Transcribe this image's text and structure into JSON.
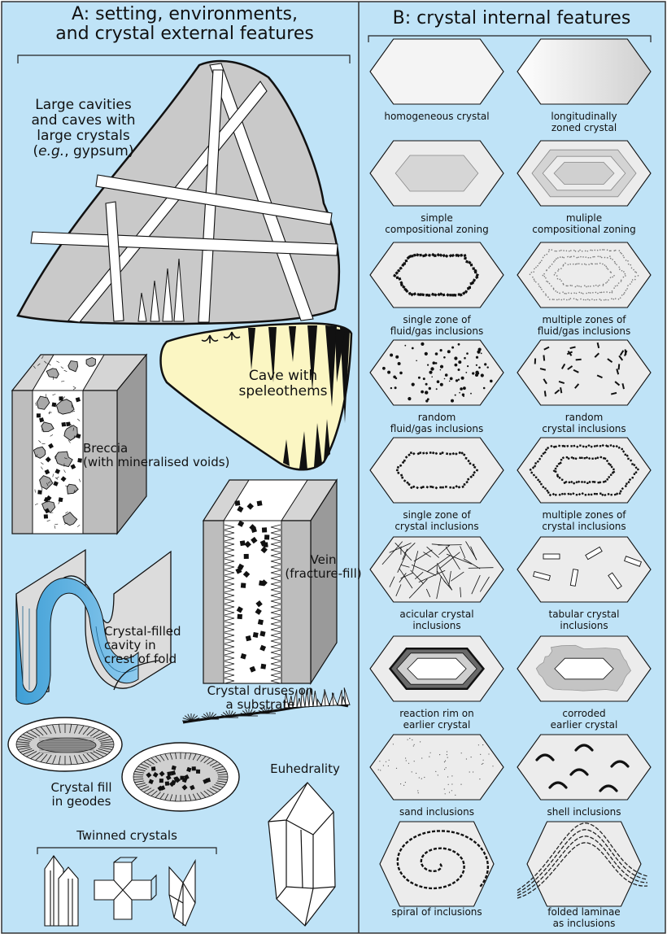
{
  "panel_a": {
    "title_line1": "A: setting, environments,",
    "title_line2": "and crystal external features",
    "large_cavities": [
      "Large cavities",
      "and caves with",
      "large crystals",
      "(e.g., gypsum)"
    ],
    "cave": [
      "Cave with",
      "speleothems"
    ],
    "breccia": [
      "Breccia",
      "(with mineralised voids)"
    ],
    "vein": [
      "Vein",
      "(fracture-fill)"
    ],
    "fold": [
      "Crystal-filled",
      "cavity in",
      "crest of fold"
    ],
    "druses": [
      "Crystal druses on",
      "a substrate"
    ],
    "geodes": [
      "Crystal fill",
      "in geodes"
    ],
    "euhedrality": "Euhedrality",
    "twinned": "Twinned crystals"
  },
  "panel_b": {
    "title": "B: crystal internal features",
    "items": [
      [
        "homogeneous crystal",
        ""
      ],
      [
        "longitudinally",
        "zoned crystal"
      ],
      [
        "simple",
        "compositional zoning"
      ],
      [
        "muliple",
        "compositional zoning"
      ],
      [
        "single zone of",
        "fluid/gas inclusions"
      ],
      [
        "multiple zones of",
        "fluid/gas inclusions"
      ],
      [
        "random",
        "fluid/gas inclusions"
      ],
      [
        "random",
        "crystal inclusions"
      ],
      [
        "single zone of",
        "crystal inclusions"
      ],
      [
        "multiple zones of",
        "crystal inclusions"
      ],
      [
        "acicular crystal",
        "inclusions"
      ],
      [
        "tabular crystal",
        "inclusions"
      ],
      [
        "reaction rim on",
        "earlier crystal"
      ],
      [
        "corroded",
        "earlier crystal"
      ],
      [
        "sand inclusions",
        ""
      ],
      [
        "shell inclusions",
        ""
      ],
      [
        "spiral of inclusions",
        ""
      ],
      [
        "folded laminae",
        "as inclusions"
      ]
    ]
  },
  "colors": {
    "background": "#bfe3f7",
    "crystal_fill": "#ececec",
    "rock_gray": "#c8c8c8",
    "block_side": "#9a9a9a",
    "cave_fill": "#fbf6c3",
    "fold_blue": "#4fa7d8",
    "ink": "#111111"
  }
}
